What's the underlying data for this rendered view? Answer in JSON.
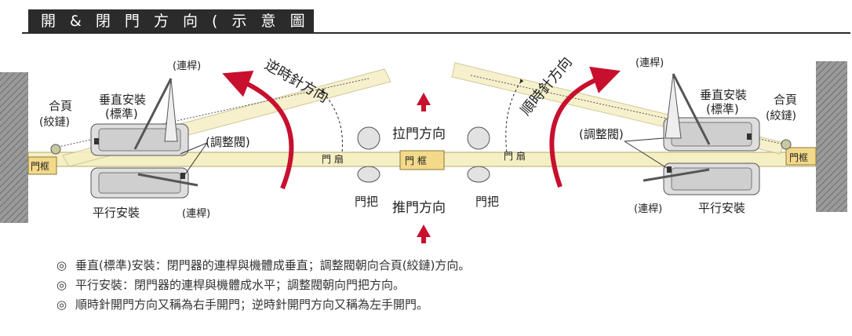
{
  "title": "開 & 閉 門 方 向 ( 示 意 圖 )",
  "labels": {
    "linkage": "(連桿)",
    "vertical_install": "垂直安裝",
    "standard": "(標準)",
    "hinge": "合頁",
    "hinge_note": "(絞鏈)",
    "adjust_valve": "(調整閥)",
    "parallel_install": "平行安裝",
    "door_frame": "門框",
    "door_leaf": "門 扇",
    "door_frame_center": "門 框",
    "handle": "門把",
    "pull_direction": "拉門方向",
    "push_direction": "推門方向",
    "ccw_dir": "逆時針方向",
    "cw_dir": "順時針方向"
  },
  "notes": [
    {
      "mark": "◎",
      "text": "垂直(標準)安裝：閉門器的連桿與機體成垂直；調整閥朝向合頁(絞鏈)方向。"
    },
    {
      "mark": "◎",
      "text": "平行安裝：閉門器的連桿與機體成水平；調整閥朝向門把方向。"
    },
    {
      "mark": "◎",
      "text": "順時針開門方向又稱為右手開門；逆時針開門方向又稱為左手開門。"
    }
  ],
  "colors": {
    "arrow_red": "#c8102e",
    "door_fill": "#f5efc4",
    "frame_fill": "#f3d98a",
    "wall_fill": "#8f8f8f",
    "closer_body": "#dedede"
  }
}
